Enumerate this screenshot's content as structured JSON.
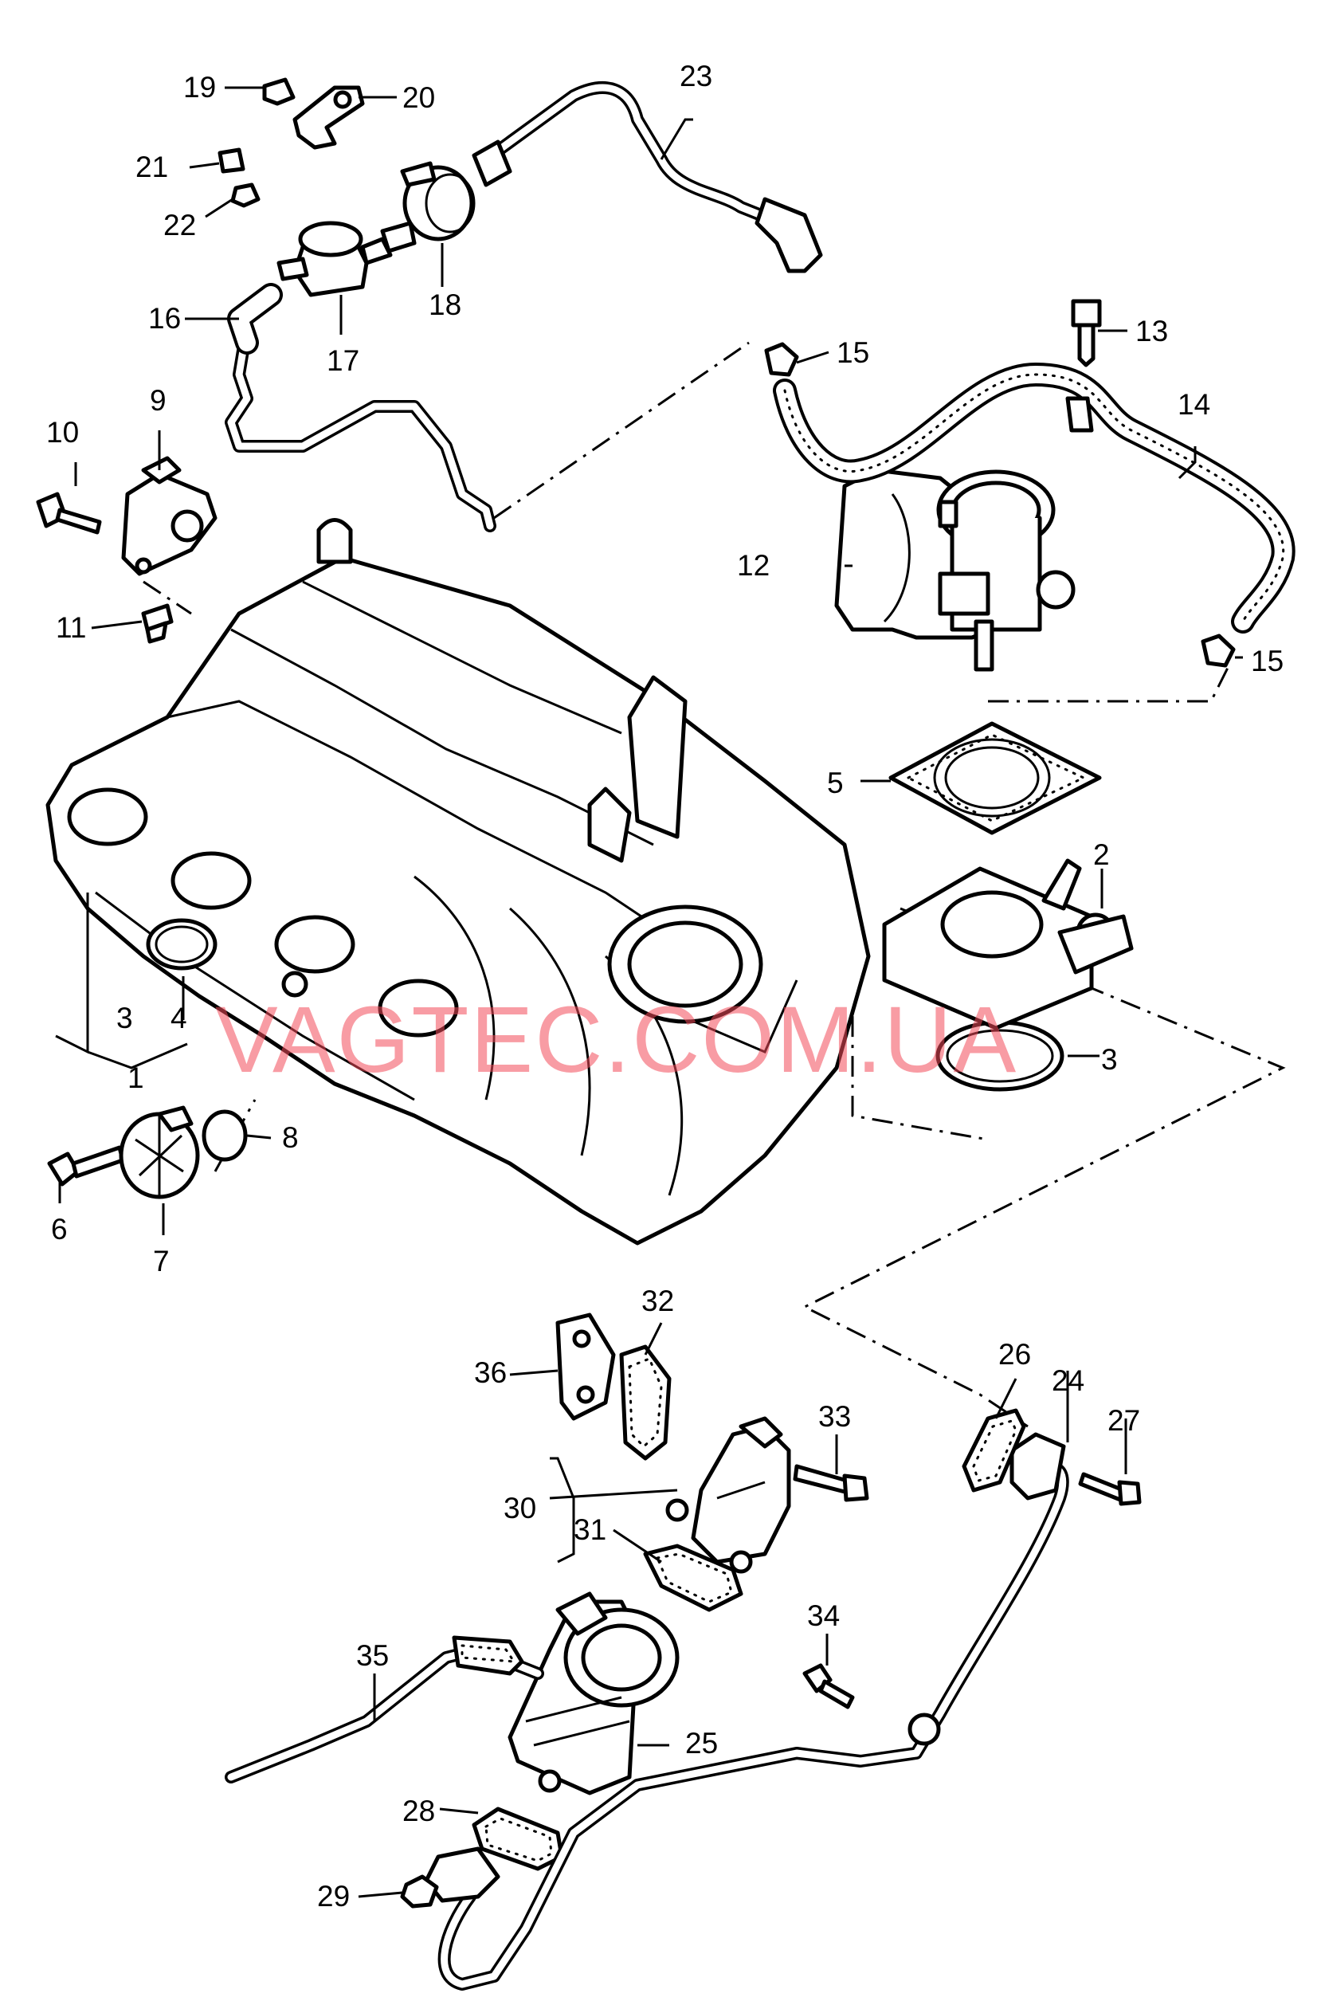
{
  "watermark": "VAGTEC.COM.UA",
  "callouts": {
    "c1": "1",
    "c2": "2",
    "c3a": "3",
    "c3b": "3",
    "c4": "4",
    "c5": "5",
    "c6": "6",
    "c7": "7",
    "c8": "8",
    "c9": "9",
    "c10": "10",
    "c11": "11",
    "c12": "12",
    "c13": "13",
    "c14": "14",
    "c15a": "15",
    "c15b": "15",
    "c16": "16",
    "c17": "17",
    "c18": "18",
    "c19": "19",
    "c20": "20",
    "c21": "21",
    "c22": "22",
    "c23": "23",
    "c24": "24",
    "c25": "25",
    "c26": "26",
    "c27": "27",
    "c28": "28",
    "c29": "29",
    "c30": "30",
    "c31": "31",
    "c32": "32",
    "c33": "33",
    "c34": "34",
    "c35": "35",
    "c36": "36"
  }
}
